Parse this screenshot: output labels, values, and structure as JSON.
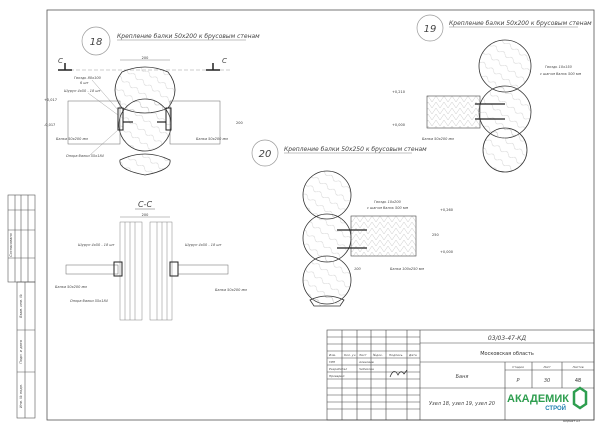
{
  "details": [
    {
      "number": "18",
      "title": "Крепление балки 50х200 к брусовым стенам"
    },
    {
      "number": "19",
      "title": "Крепление балки 50х200 к брусовым стенам"
    },
    {
      "number": "20",
      "title": "Крепление балки 50х250 к брусовым стенам"
    }
  ],
  "section_marks": {
    "left": "С",
    "right": "С",
    "section_title": "С-С"
  },
  "detail18": {
    "dim_top": "200",
    "dim_side": "200",
    "level_top": "+0,017",
    "level_bottom": "-0,017",
    "labels": {
      "nail": "Гвоздь 80х100",
      "nail_count": "6 шт",
      "screw": "Шуруп 4х50 - 18 шт",
      "beam": "Балка 50х200 мм",
      "beam_right": "Балка 50х200 мм",
      "support": "Опора балки 55х184"
    }
  },
  "section_cc": {
    "dim_top": "200",
    "labels": {
      "screw_left": "Шуруп 4х50 - 18 шт",
      "screw_right": "Шуруп 4х50 - 18 шт",
      "beam_left": "Балка 50х200 мм",
      "beam_right": "Балка 50х200 мм",
      "support": "Опора балки 55х184"
    }
  },
  "detail19": {
    "level_top": "+0,210",
    "level_bottom": "+0,000",
    "labels": {
      "nail": "Гвоздь 10х150",
      "nail_step": "с шагом балок 500 мм",
      "beam": "Балка 50х200 мм"
    }
  },
  "detail20": {
    "level_top": "+0,260",
    "level_bottom": "+0,000",
    "dim_side": "250",
    "labels": {
      "nail": "Гвоздь 10х200",
      "nail_step": "с шагом балок 500 мм",
      "beam": "Балка 100х250 мм",
      "corner": "100"
    }
  },
  "side_stamp": {
    "cells": [
      "Инв. № подл.",
      "Подп. и дата",
      "Взам. инв. №"
    ],
    "agreed": "Согласовано"
  },
  "title_block": {
    "code": "03/03-47-КД",
    "location": "Московская область",
    "object": "Баня",
    "sheet_title": "Узел 18, узел 19, узел 20",
    "headers": [
      "Изм.",
      "Кол. уч.",
      "Лист",
      "№док.",
      "Подпись",
      "Дата"
    ],
    "roles": [
      {
        "role": "ГИП",
        "name": "Алексеев"
      },
      {
        "role": "Разработал",
        "name": "Чибисова"
      },
      {
        "role": "Проверил",
        "name": ""
      }
    ],
    "stage_header": "Стадия",
    "sheet_header": "Лист",
    "sheets_header": "Листов",
    "stage": "Р",
    "sheet": "30",
    "sheets": "48",
    "company_main": "АКАДЕМИК",
    "company_sub": "СТРОЙ",
    "brand_color": "#2e9e4f",
    "format": "Формат А3"
  }
}
